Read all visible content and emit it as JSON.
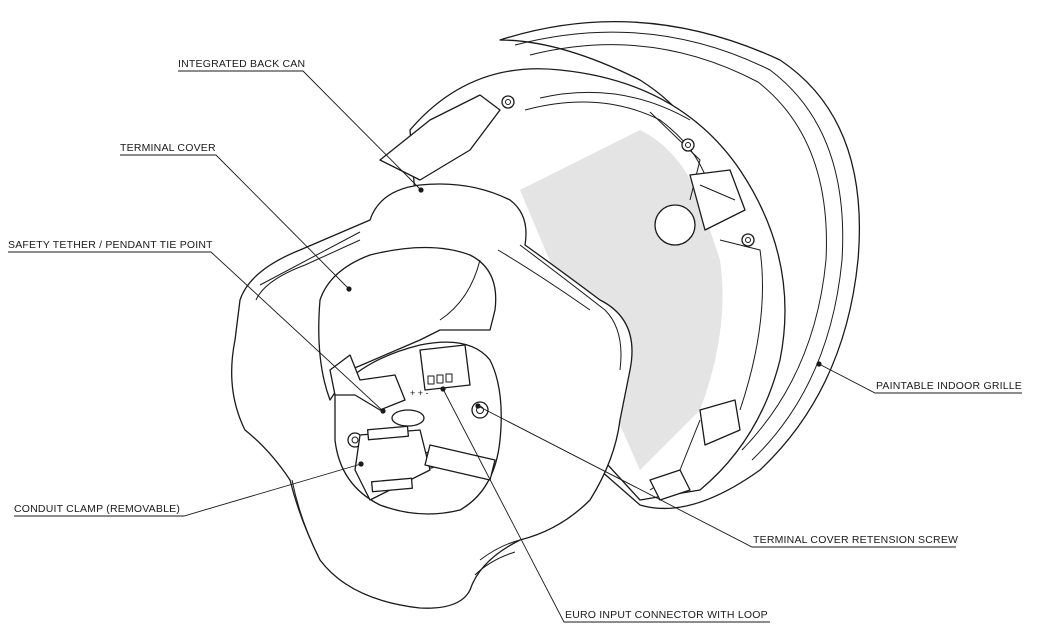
{
  "labels": {
    "integrated_back_can": "INTEGRATED BACK CAN",
    "terminal_cover": "TERMINAL COVER",
    "safety_tether": "SAFETY TETHER / PENDANT TIE POINT",
    "conduit_clamp": "CONDUIT CLAMP (REMOVABLE)",
    "paintable_grille": "PAINTABLE INDOOR GRILLE",
    "retension_screw": "TERMINAL COVER RETENSION SCREW",
    "euro_connector": "EURO INPUT CONNECTOR WITH LOOP"
  },
  "connector_markings": "+ + -"
}
